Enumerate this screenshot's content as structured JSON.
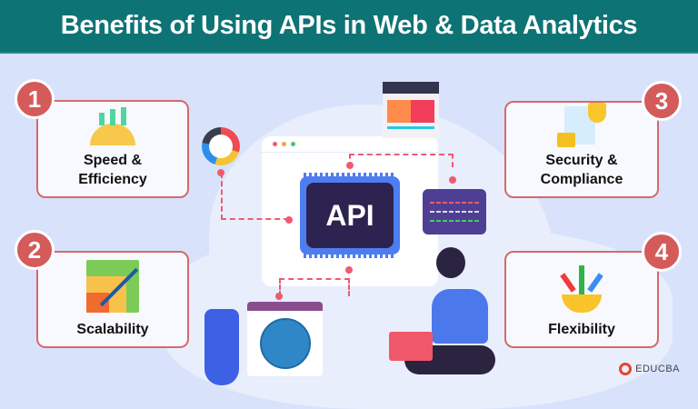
{
  "header": {
    "title": "Benefits of Using APIs in Web & Data Analytics"
  },
  "benefits": [
    {
      "number": "1",
      "label_line1": "Speed &",
      "label_line2": "Efficiency",
      "icon": "speedometer-gear-arrows-icon"
    },
    {
      "number": "2",
      "label_line1": "Scalability",
      "label_line2": "",
      "icon": "scale-resize-icon"
    },
    {
      "number": "3",
      "label_line1": "Security &",
      "label_line2": "Compliance",
      "icon": "lock-shield-document-icon"
    },
    {
      "number": "4",
      "label_line1": "Flexibility",
      "label_line2": "",
      "icon": "gear-branching-arrows-icon"
    }
  ],
  "center": {
    "chip_label": "API"
  },
  "brand": {
    "name": "EDUCBA"
  },
  "colors": {
    "header_bg": "#0e7375",
    "badge": "#d55a5a",
    "card_border": "#d46a6c",
    "background": "#d8e2fb",
    "chip": "#2d2350",
    "chip_border": "#4e7df0"
  }
}
